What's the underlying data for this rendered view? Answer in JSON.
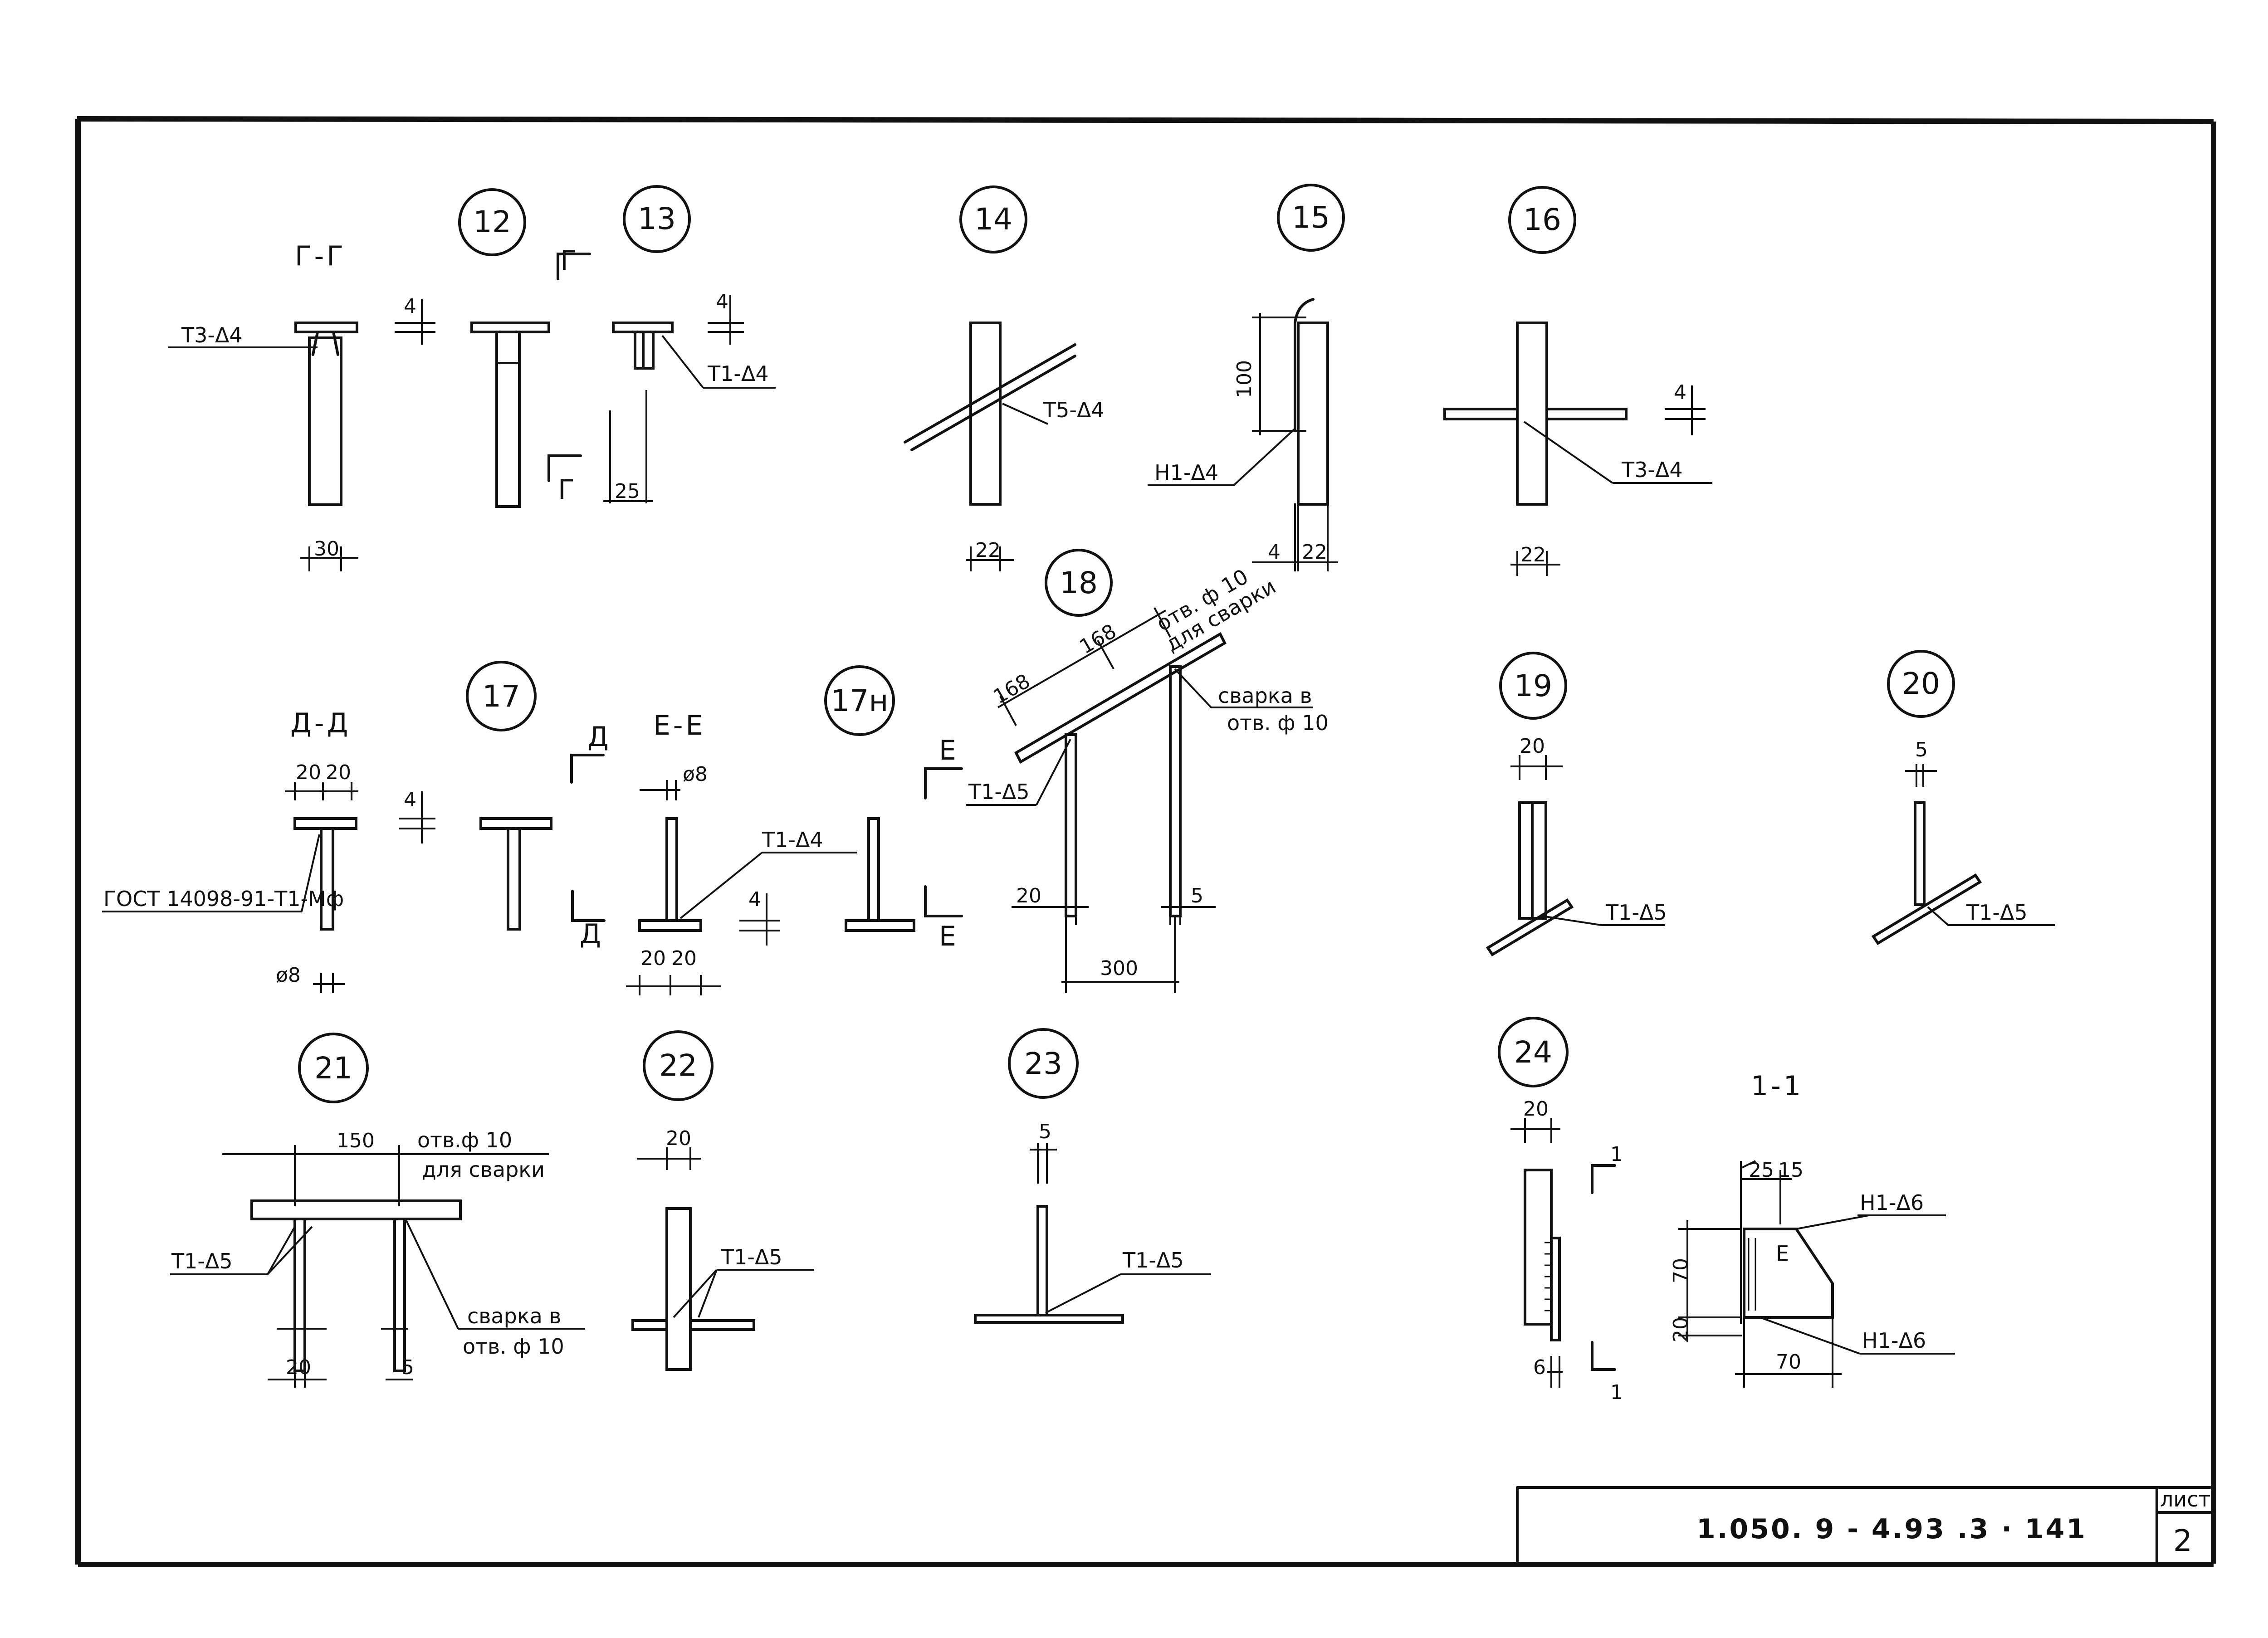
{
  "details": [
    {
      "id": "12",
      "section": "Г-Г",
      "weld": "Т3-Δ4",
      "dims": [
        "4",
        "30"
      ],
      "cut_mark": "Г"
    },
    {
      "id": "13",
      "weld": "Т1-Δ4",
      "dims": [
        "4",
        "25"
      ]
    },
    {
      "id": "14",
      "weld": "Т5-Δ4",
      "dims": [
        "22"
      ]
    },
    {
      "id": "15",
      "weld": "Н1-Δ4",
      "dims": [
        "100",
        "4",
        "22"
      ]
    },
    {
      "id": "16",
      "weld": "Т3-Δ4",
      "dims": [
        "4",
        "22"
      ]
    },
    {
      "id": "17",
      "section": "Д-Д",
      "weld": "ГОСТ 14098-91-Т1-Мф",
      "dims": [
        "20",
        "20",
        "4",
        "ø8",
        "ø8"
      ],
      "cut_mark": "Д"
    },
    {
      "id": "17н",
      "section": "Е-Е",
      "weld": "Т1-Δ4",
      "dims": [
        "ø8",
        "20",
        "20",
        "4"
      ],
      "cut_mark": "Е"
    },
    {
      "id": "18",
      "weld": "Т1-Δ5",
      "note_hole": "отв. ф 10",
      "note_hole_2": "для сварки",
      "note_weld": "сварка в",
      "note_weld_2": "отв. ф 10",
      "dims": [
        "168",
        "168",
        "20",
        "5",
        "300"
      ]
    },
    {
      "id": "19",
      "weld": "Т1-Δ5",
      "dims": [
        "20"
      ]
    },
    {
      "id": "20",
      "weld": "Т1-Δ5",
      "dims": [
        "5"
      ]
    },
    {
      "id": "21",
      "weld": "Т1-Δ5",
      "note_hole": "отв.ф 10",
      "note_hole_2": "для сварки",
      "note_weld": "сварка в",
      "note_weld_2": "отв. ф 10",
      "dims": [
        "150",
        "20",
        "5"
      ]
    },
    {
      "id": "22",
      "weld": "Т1-Δ5",
      "dims": [
        "20"
      ]
    },
    {
      "id": "23",
      "weld": "Т1-Δ5",
      "dims": [
        "5"
      ]
    },
    {
      "id": "24",
      "section": "1-1",
      "weld": "Н1-Δ6",
      "weld_2": "Н1-Δ6",
      "dims": [
        "20",
        "6",
        "25",
        "15",
        "70",
        "20",
        "70"
      ],
      "cut_mark": "1"
    }
  ],
  "title_block": {
    "code": "1.050. 9 - 4.93 .3 · 141",
    "sheet_label": "лист",
    "sheet_number": "2"
  }
}
